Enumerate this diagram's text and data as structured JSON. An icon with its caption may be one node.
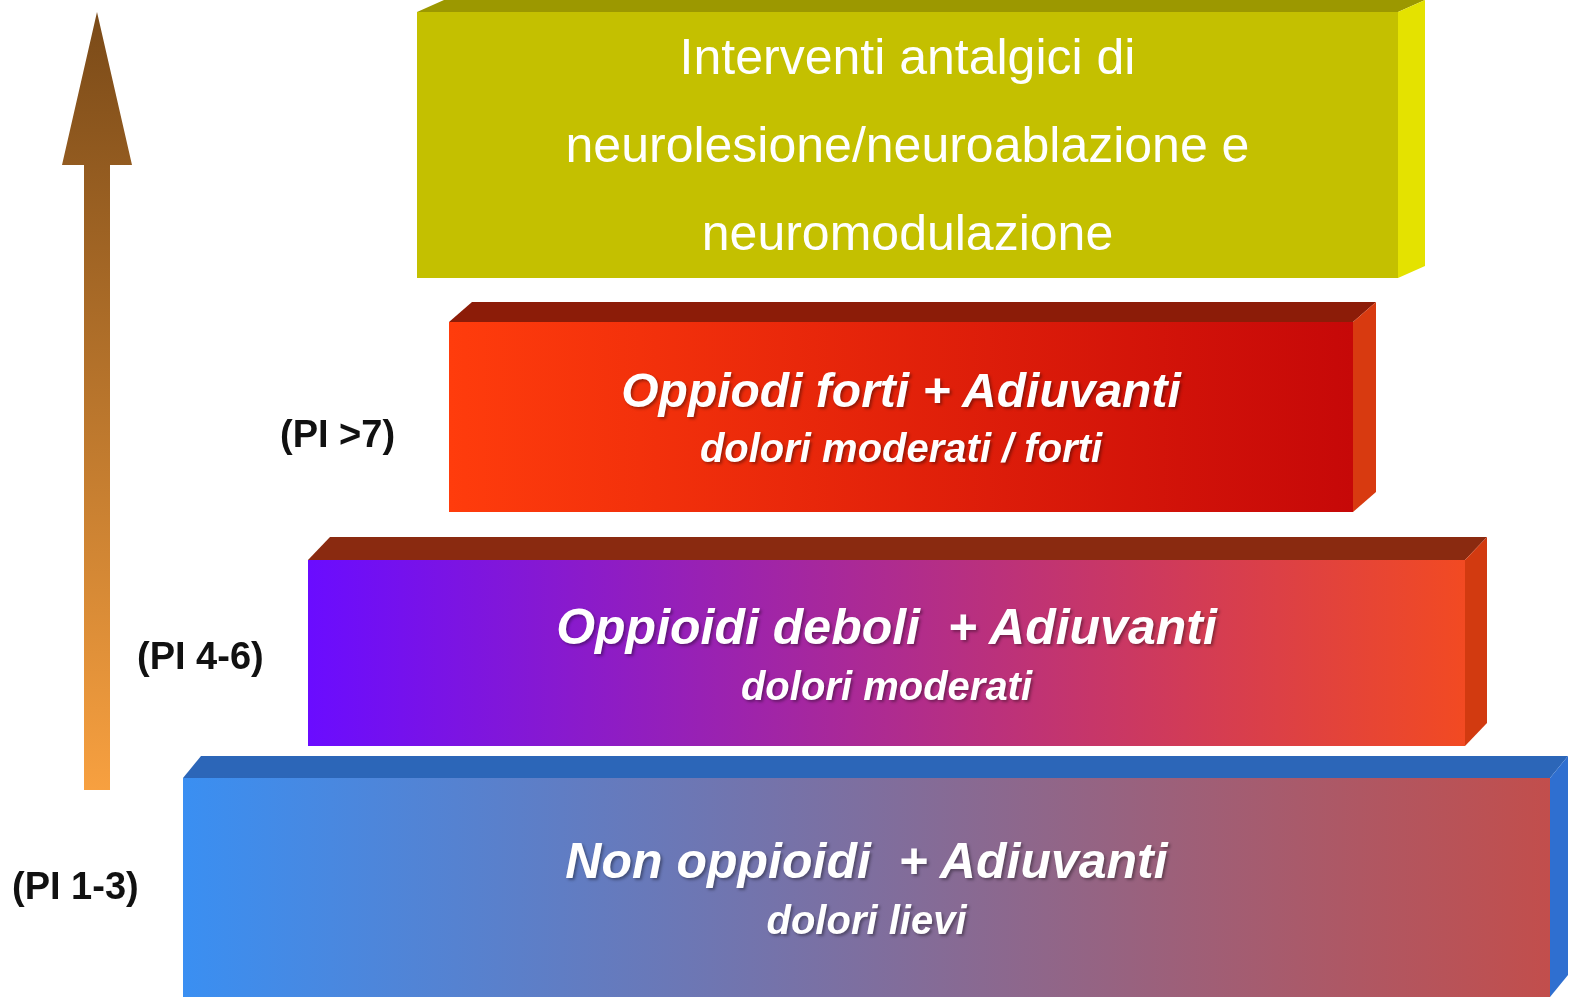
{
  "diagram": {
    "nodes": [
      {
        "text": [
          "Non oppioidi  + Adiuvanti",
          "dolori lievi"
        ],
        "beside": [
          "(PI 1-3)"
        ]
      },
      {
        "text": [
          "Oppioidi deboli  + Adiuvanti",
          "dolori moderati"
        ],
        "beside": [
          "(PI 4-6)"
        ]
      },
      {
        "text": [
          "Oppiodi forti + Adiuvanti",
          "dolori moderati / forti"
        ],
        "beside": [
          "(PI >7)"
        ]
      },
      {
        "text": [
          "Interventi antalgici di neurolesione/neuroablazione e neuromodulazione"
        ]
      }
    ]
  }
}
